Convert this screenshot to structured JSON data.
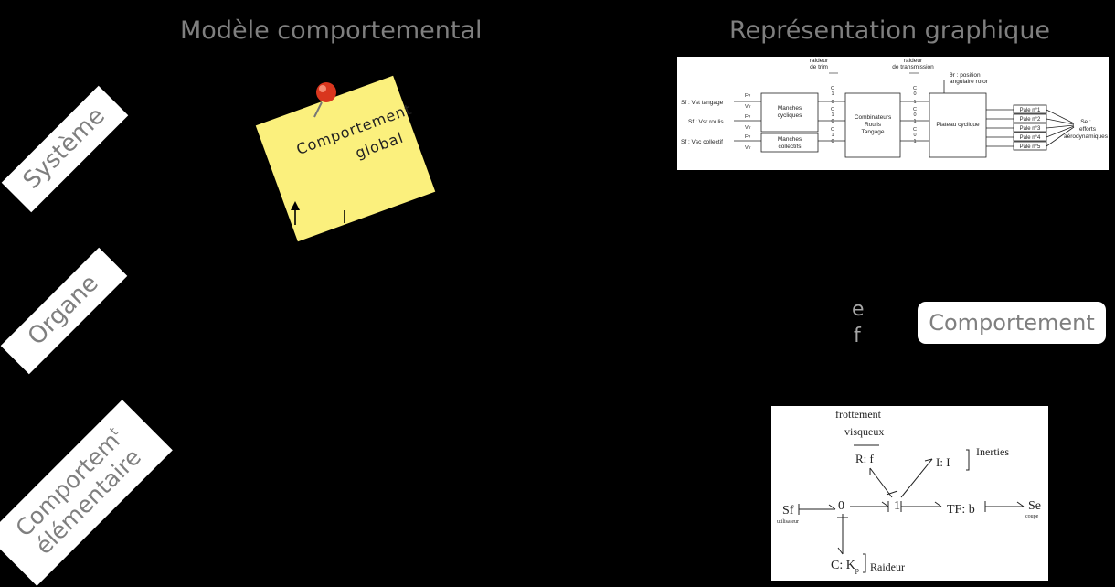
{
  "headings": {
    "behavior_model": "Modèle comportemental",
    "graphic_repr": "Représentation graphique"
  },
  "levels": {
    "system": "Système",
    "organ": "Organe",
    "elementary_line1": "Comportem",
    "elementary_sup": "t",
    "elementary_line2": "élémentaire"
  },
  "sticky_note": {
    "line1": "Comportement",
    "line2": "global"
  },
  "effort_flow": {
    "e": "e",
    "f": "f"
  },
  "behavior_box": "Comportement",
  "top_diagram": {
    "raideur_trim": [
      "raideur",
      "de trim"
    ],
    "raideur_transmission": [
      "raideur",
      "de transmission"
    ],
    "position_rotor": [
      "θr : position",
      "angulaire rotor"
    ],
    "inputs": [
      "Sf  : Vst tangage",
      "Sf  : Vsr roulis",
      "Sf  : Vsc collectif"
    ],
    "fv": [
      "Fv",
      "Vv",
      "Fv",
      "Vv",
      "Fv",
      "Vv"
    ],
    "manches_cycliques": [
      "Manches",
      "cycliques"
    ],
    "manches_collectifs": [
      "Manches",
      "collectifs"
    ],
    "combinateurs": [
      "Combinateurs",
      "Roulis",
      "Tangage"
    ],
    "plateau": "Plateau cyclique",
    "pales": [
      "Pale n°1",
      "Pale n°2",
      "Pale n°3",
      "Pale n°4",
      "Pale n°5"
    ],
    "se": [
      "Se :",
      "efforts",
      "aérodynamiques"
    ],
    "c_col1": [
      "C",
      "1",
      "C",
      "1",
      "C",
      "1"
    ],
    "c_col2": [
      "C",
      "0",
      "C",
      "0",
      "C",
      "0"
    ],
    "zero_col1": [
      "0",
      "0",
      "0"
    ],
    "one_col2": [
      "1",
      "1",
      "1"
    ]
  },
  "bottom_diagram": {
    "frottement": [
      "frottement",
      "visqueux"
    ],
    "rf": "R: f",
    "ii": "I: I",
    "inerties": "Inerties",
    "sf": "Sf",
    "sf_sub": "utilisateur",
    "zero": "0",
    "one": "1",
    "tf": "TF: b",
    "se": "Se",
    "se_sub": "coupe",
    "ck": "C: K",
    "ck_sub": "p",
    "raideur": "Raideur"
  }
}
